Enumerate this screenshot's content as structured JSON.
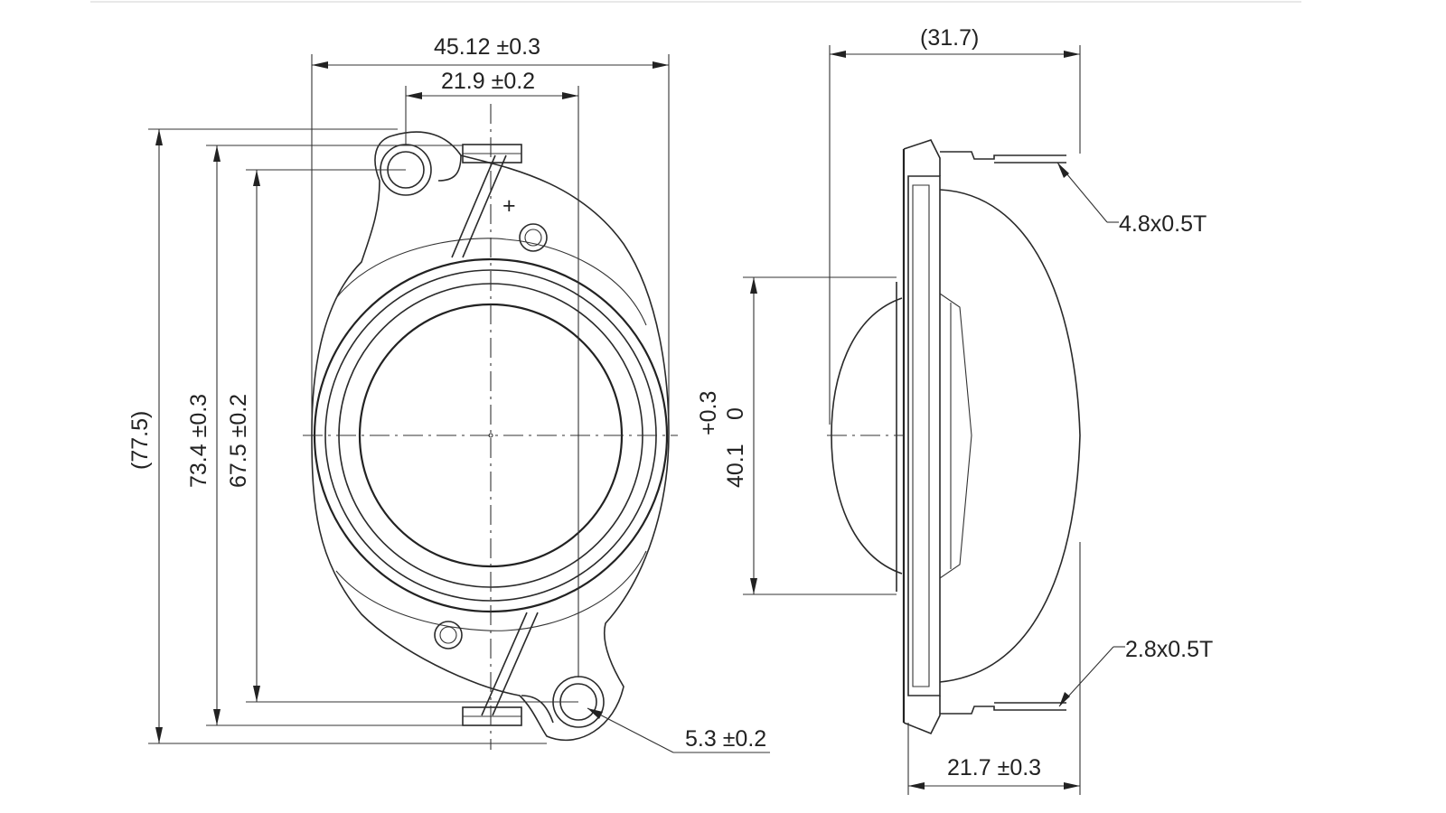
{
  "dimensions": {
    "overall_width": "45.12 ±0.3",
    "mount_hole_spacing_x": "21.9 ±0.2",
    "overall_height_ref": "(77.5)",
    "flange_height": "73.4 ±0.3",
    "mount_hole_spacing_y": "67.5 ±0.2",
    "dome_diameter_tol": "+0.3",
    "dome_diameter_tol_low": "0",
    "dome_diameter": "40.1",
    "hole_diameter": "5.3 ±0.2",
    "side_depth_ref": "(31.7)",
    "side_depth": "21.7 ±0.3",
    "terminal_pos": "4.8x0.5T",
    "terminal_neg": "2.8x0.5T"
  },
  "symbols": {
    "positive_terminal": "+"
  }
}
